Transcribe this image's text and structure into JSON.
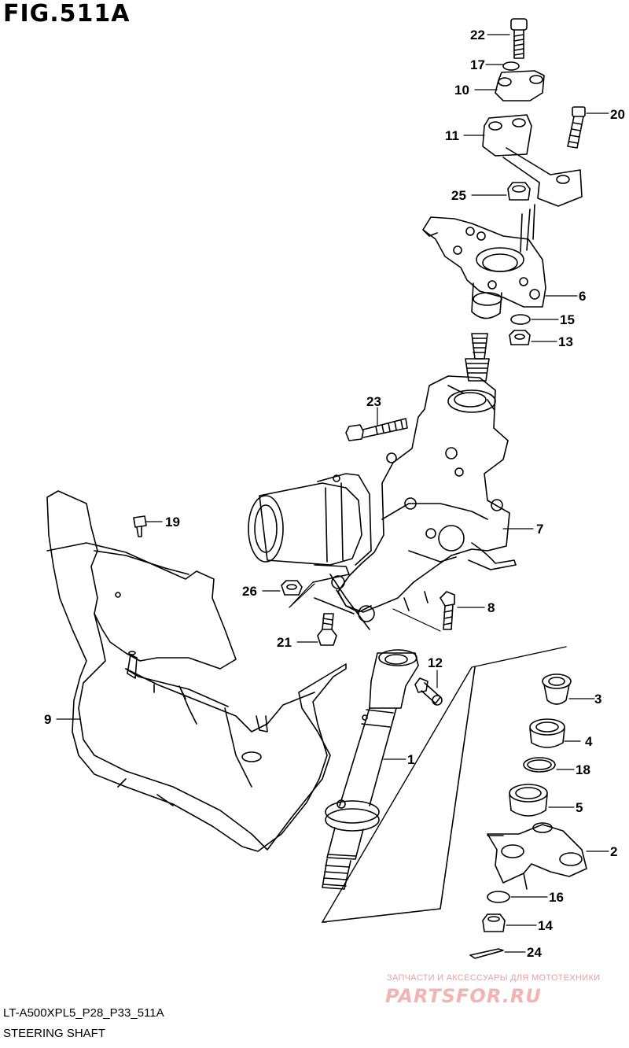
{
  "figure": {
    "title": "FIG.511A"
  },
  "footer": {
    "model_code": "LT-A500XPL5_P28_P33_511A",
    "sheet_title": "STEERING SHAFT"
  },
  "watermark": {
    "tagline": "ЗАПЧАСТИ И АКСЕССУАРЫ ДЛЯ МОТОТЕХНИКИ",
    "brand": "PARTSFOR.RU"
  },
  "callouts": [
    {
      "part": "22"
    },
    {
      "part": "17"
    },
    {
      "part": "10"
    },
    {
      "part": "20"
    },
    {
      "part": "11"
    },
    {
      "part": "25"
    },
    {
      "part": "6"
    },
    {
      "part": "15"
    },
    {
      "part": "13"
    },
    {
      "part": "23"
    },
    {
      "part": "19"
    },
    {
      "part": "7"
    },
    {
      "part": "26"
    },
    {
      "part": "8"
    },
    {
      "part": "21"
    },
    {
      "part": "12"
    },
    {
      "part": "3"
    },
    {
      "part": "9"
    },
    {
      "part": "4"
    },
    {
      "part": "1"
    },
    {
      "part": "18"
    },
    {
      "part": "5"
    },
    {
      "part": "2"
    },
    {
      "part": "16"
    },
    {
      "part": "14"
    },
    {
      "part": "24"
    }
  ]
}
